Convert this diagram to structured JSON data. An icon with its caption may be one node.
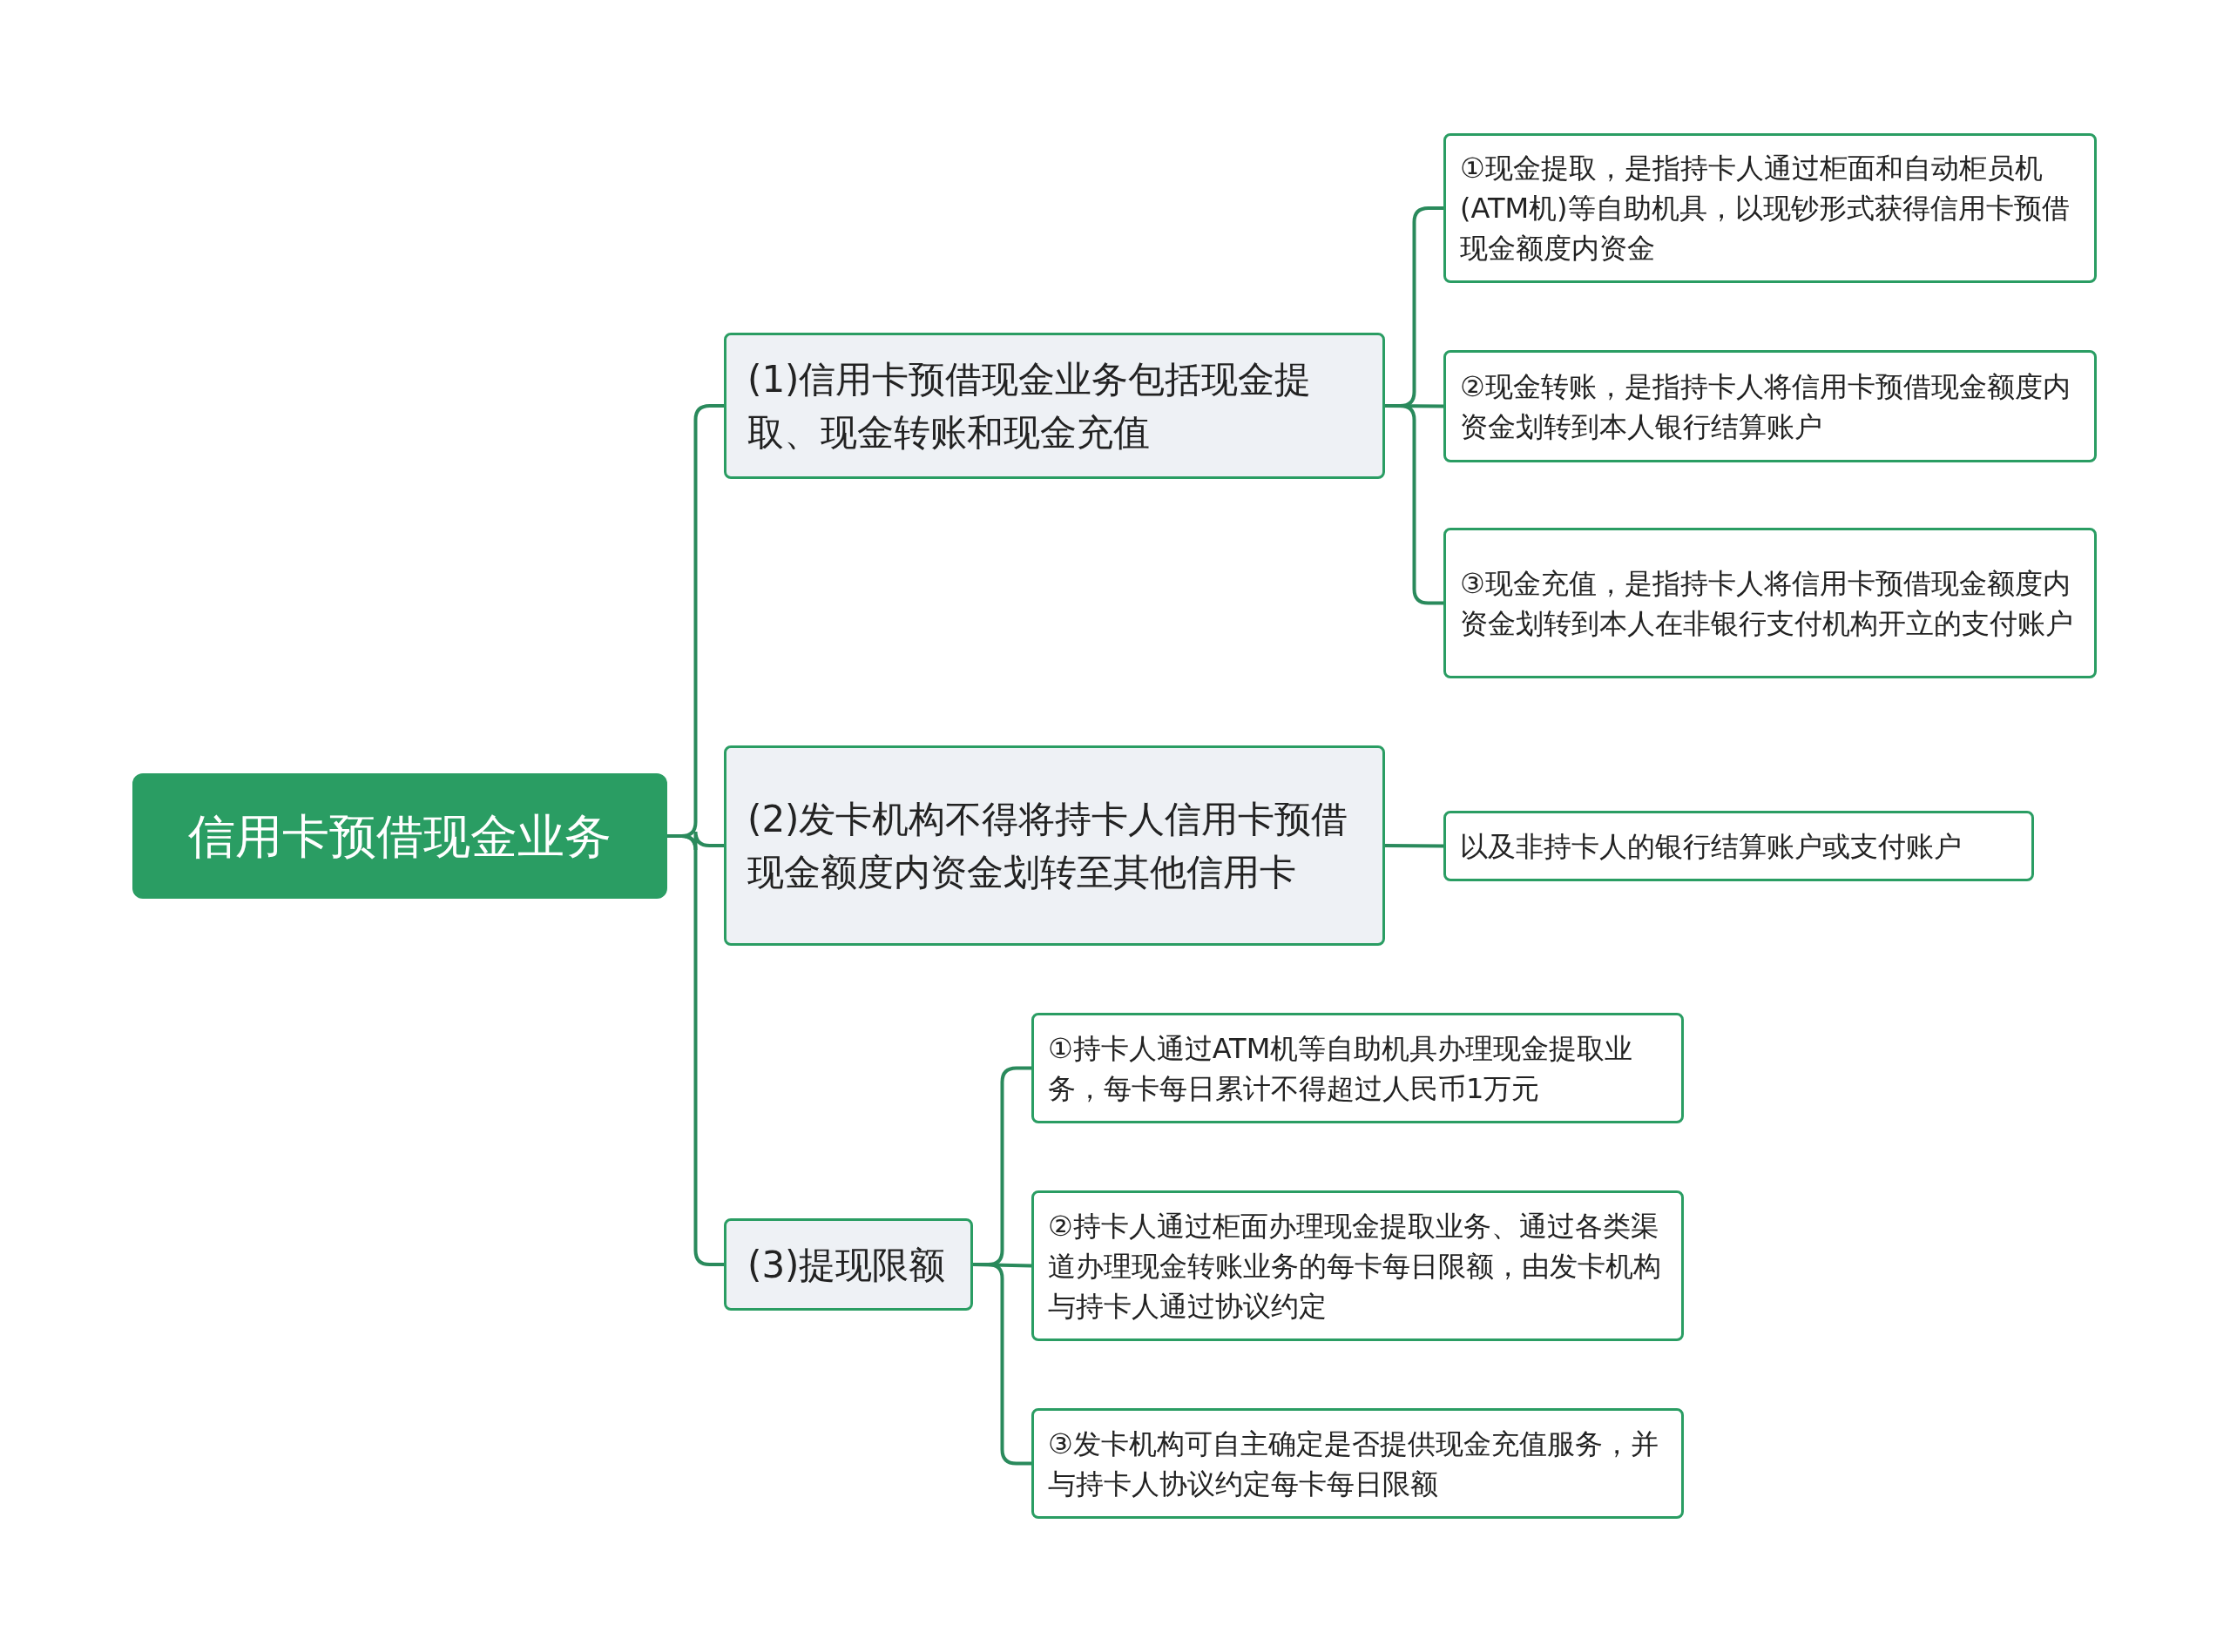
{
  "diagram": {
    "nodes": [
      {
        "text": [
          "信用卡预借现金业务"
        ]
      },
      {
        "text": [
          "(1)信用卡预借现金业务包括现金提取、现金转账和现金充值"
        ]
      },
      {
        "text": [
          "①现金提取，是指持卡人通过柜面和自动柜员机(ATM机)等自助机具，以现钞形式获得信用卡预借现金额度内资金"
        ]
      },
      {
        "text": [
          "②现金转账，是指持卡人将信用卡预借现金额度内资金划转到本人银行结算账户"
        ]
      },
      {
        "text": [
          "③现金充值，是指持卡人将信用卡预借现金额度内资金划转到本人在非银行支付机构开立的支付账户"
        ]
      },
      {
        "text": [
          "(2)发卡机构不得将持卡人信用卡预借现金额度内资金划转至其他信用卡"
        ]
      },
      {
        "text": [
          "以及非持卡人的银行结算账户或支付账户"
        ]
      },
      {
        "text": [
          "(3)提现限额"
        ]
      },
      {
        "text": [
          "①持卡人通过ATM机等自助机具办理现金提取业务，每卡每日累计不得超过人民币1万元"
        ]
      },
      {
        "text": [
          "②持卡人通过柜面办理现金提取业务、通过各类渠道办理现金转账业务的每卡每日限额，由发卡机构与持卡人通过协议约定"
        ]
      },
      {
        "text": [
          "③发卡机构可自主确定是否提供现金充值服务，并与持卡人协议约定每卡每日限额"
        ]
      }
    ],
    "edges": [
      {
        "from": 0,
        "to": 1,
        "arrow": "none"
      },
      {
        "from": 1,
        "to": 2,
        "arrow": "none"
      },
      {
        "from": 1,
        "to": 3,
        "arrow": "none"
      },
      {
        "from": 1,
        "to": 4,
        "arrow": "none"
      },
      {
        "from": 0,
        "to": 5,
        "arrow": "none"
      },
      {
        "from": 5,
        "to": 6,
        "arrow": "none"
      },
      {
        "from": 0,
        "to": 7,
        "arrow": "none"
      },
      {
        "from": 7,
        "to": 8,
        "arrow": "none"
      },
      {
        "from": 7,
        "to": 9,
        "arrow": "none"
      },
      {
        "from": 7,
        "to": 10,
        "arrow": "none"
      }
    ]
  }
}
